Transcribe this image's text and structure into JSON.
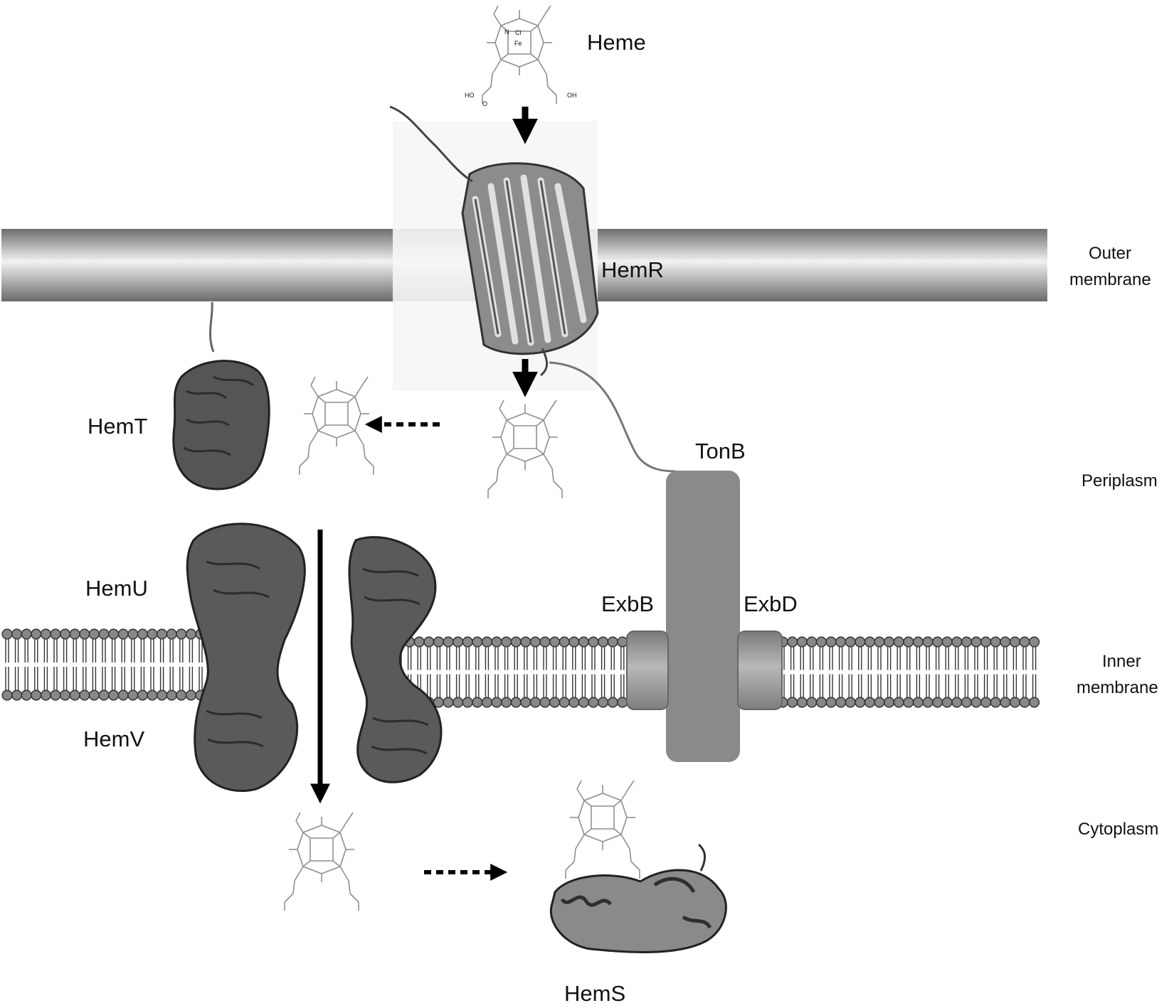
{
  "labels": {
    "heme": "Heme",
    "hemR": "HemR",
    "hemT": "HemT",
    "tonB": "TonB",
    "hemU": "HemU",
    "hemV": "HemV",
    "exbB": "ExbB",
    "exbD": "ExbD",
    "hemS": "HemS"
  },
  "compartments": {
    "outer_membrane": [
      "Outer",
      "membrane"
    ],
    "periplasm": "Periplasm",
    "inner_membrane": [
      "Inner",
      "membrane"
    ],
    "cytoplasm": "Cytoplasm"
  },
  "heme_structure": {
    "n_label": "N",
    "fe_label": "Fe",
    "cl_label": "Cl",
    "acid_left": "HO",
    "acid_right": "OH",
    "acid_o": "O"
  },
  "arrows": [
    {
      "name": "heme-to-hemr-arrow",
      "style": "solid"
    },
    {
      "name": "hemr-to-periplasm-arrow",
      "style": "solid"
    },
    {
      "name": "periplasm-to-hemt-arrow",
      "style": "dashed"
    },
    {
      "name": "hemuv-transport-arrow",
      "style": "solid"
    },
    {
      "name": "cytoplasm-to-hems-arrow",
      "style": "dashed"
    }
  ],
  "colors": {
    "outer_membrane": "#9a9a9a",
    "tonb_complex": "#8a8a8a",
    "lipid_head": "#888888",
    "protein": "#4a4a4a",
    "heme_structure": "#909090",
    "arrow": "#000000"
  }
}
